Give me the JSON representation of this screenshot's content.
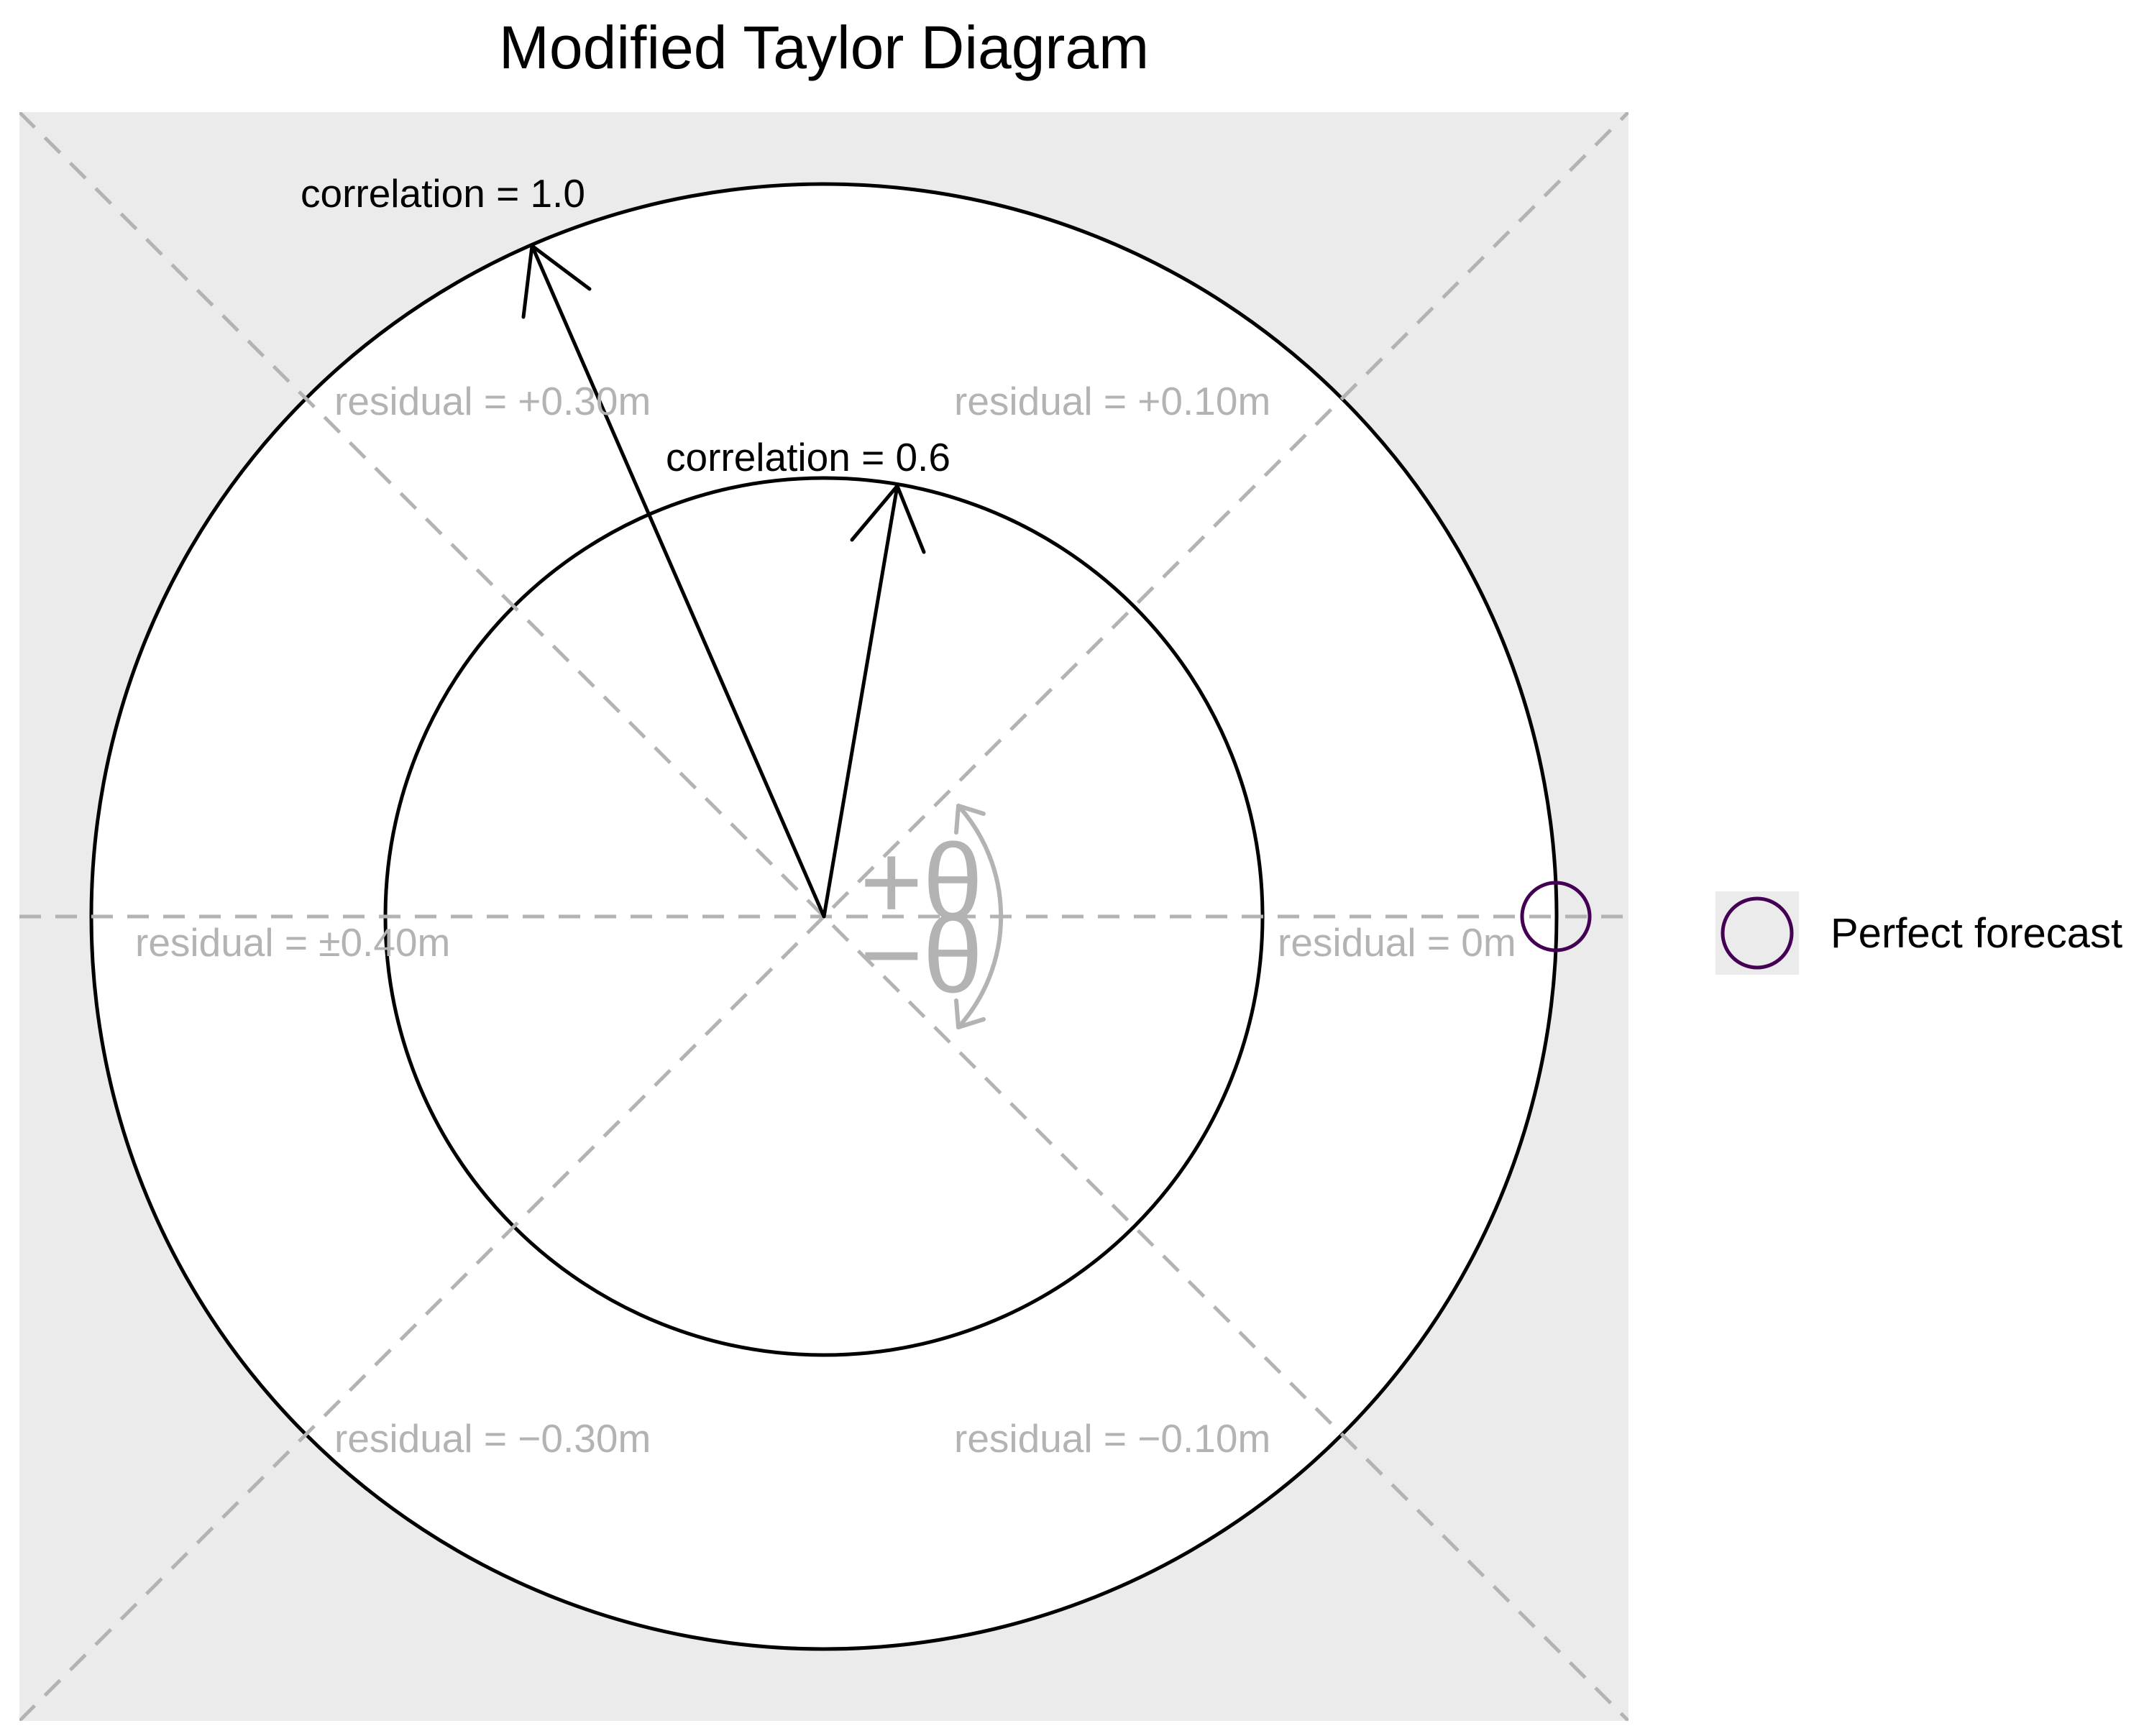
{
  "title": "Modified Taylor Diagram",
  "colors": {
    "panel_background": "#ebebeb",
    "circle_fill": "#ffffff",
    "circle_stroke": "#000000",
    "guide_lines": "#b3b3b3",
    "residual_text": "#b3b3b3",
    "perfect_forecast_marker": "#440154"
  },
  "correlation_labels": {
    "outer": "correlation = 1.0",
    "inner": "correlation = 0.6"
  },
  "residual_labels": {
    "upper_left": "residual = +0.30m",
    "upper_right": "residual = +0.10m",
    "left": "residual = ±0.40m",
    "right": "residual = 0m",
    "lower_left": "residual = −0.30m",
    "lower_right": "residual = −0.10m"
  },
  "angle_symbol": {
    "plus": "+θ",
    "minus": "−θ"
  },
  "legend": {
    "marker_icon": "hollow-circle",
    "label": "Perfect forecast"
  }
}
